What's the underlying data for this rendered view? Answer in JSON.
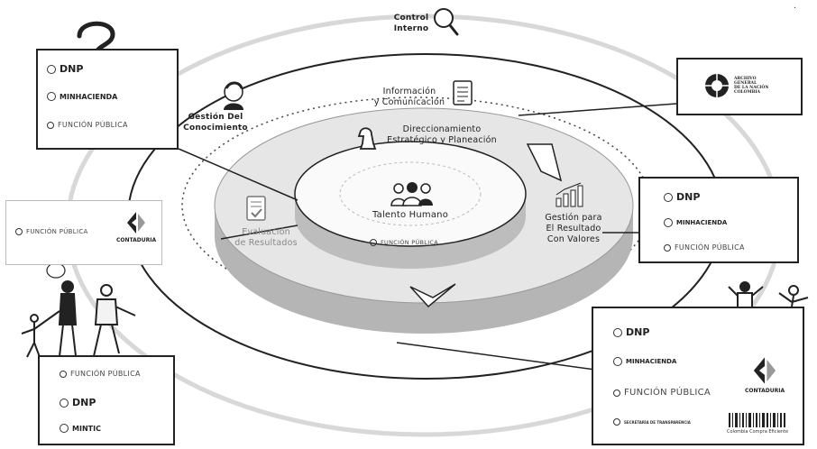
{
  "center": {
    "title": "Talento Humano",
    "logo_text": "FUNCIÓN PÚBLICA"
  },
  "dimensions": {
    "control_interno": "Control\nInterno",
    "informacion": "Información\ny Comunicación",
    "gestion_conocimiento": "Gestión Del\nConocimiento",
    "direccionamiento": "Direccionamiento\nEstratégico y Planeación",
    "gestion_resultado": "Gestión para\nEl Resultado\nCon Valores",
    "evaluacion": "Evaluación\nde Resultados"
  },
  "logos": {
    "dnp": "DNP",
    "minhacienda": "MINHACIENDA",
    "funcion_publica": "FUNCIÓN PÚBLICA",
    "mintic": "MINTIC",
    "contaduria": "CONTADURIA",
    "archivo": "ARCHIVO\nGENERAL\nDE LA NACIÓN\nCOLOMBIA",
    "transparencia": "SECRETARÍA DE TRANSPARENCIA",
    "colombia_compra": "Colombia Compra Eficiente"
  },
  "colors": {
    "ink": "#222222",
    "ring_grey": "#cfcfcf",
    "ring_light": "#e4e4e4",
    "ring_dark": "#b5b5b5"
  }
}
